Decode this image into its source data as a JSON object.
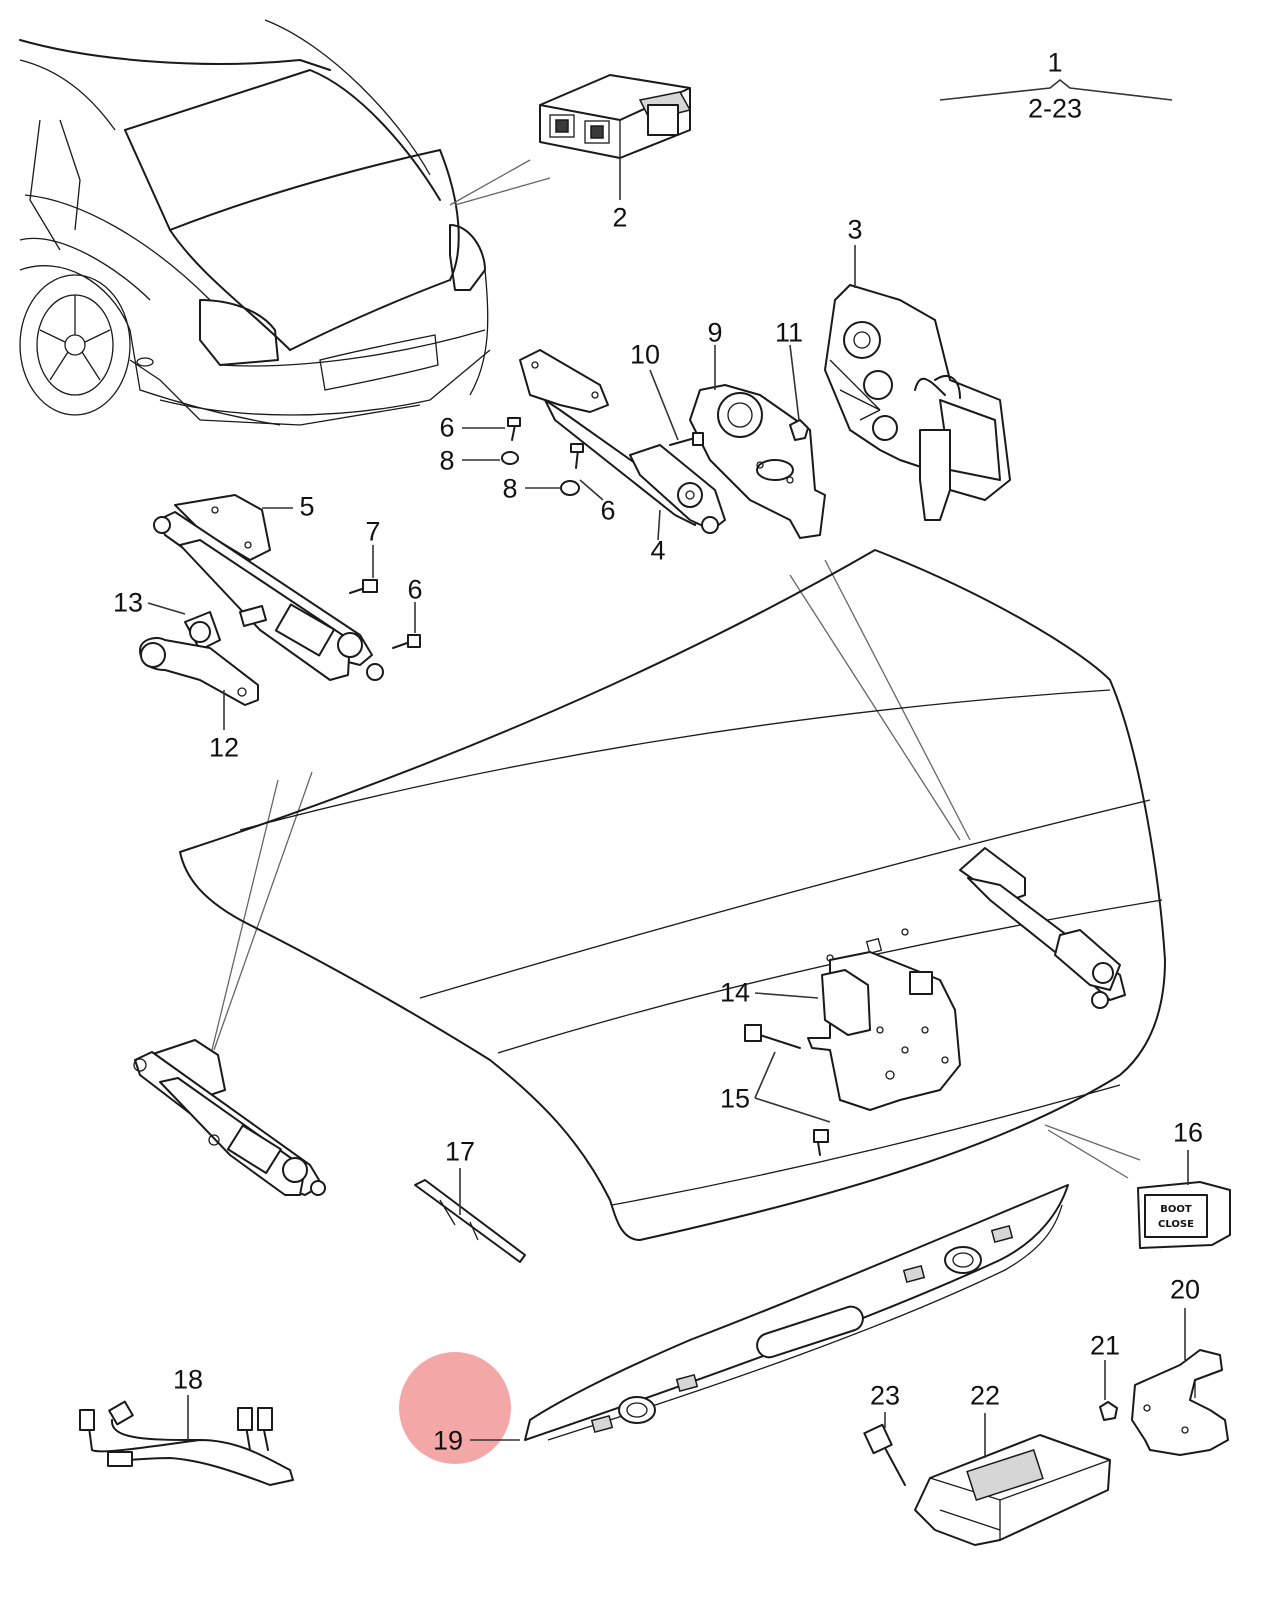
{
  "diagram": {
    "group_callout": {
      "top": "1",
      "range": "2-23"
    },
    "callouts": {
      "c2": "2",
      "c3": "3",
      "c4": "4",
      "c5": "5",
      "c6a": "6",
      "c6b": "6",
      "c6c": "6",
      "c7": "7",
      "c8a": "8",
      "c8b": "8",
      "c9": "9",
      "c10": "10",
      "c11": "11",
      "c12": "12",
      "c13": "13",
      "c14": "14",
      "c15": "15",
      "c16": "16",
      "c17": "17",
      "c18": "18",
      "c19": "19",
      "c20": "20",
      "c21": "21",
      "c22": "22",
      "c23": "23"
    },
    "switch_label": {
      "line1": "BOOT",
      "line2": "CLOSE"
    },
    "highlight_color": "#f08a8a",
    "highlighted_callout": "19"
  }
}
